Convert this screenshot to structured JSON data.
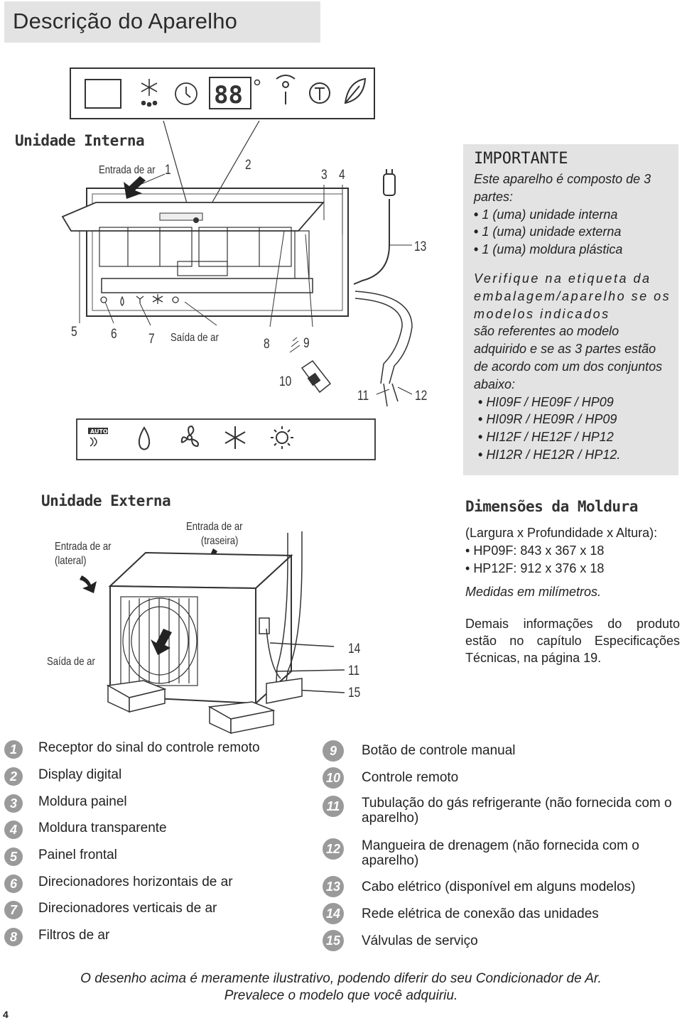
{
  "header": {
    "title": "Descrição do Aparelho"
  },
  "indoor": {
    "title": "Unidade Interna",
    "air_in_label": "Entrada de ar",
    "air_out_label": "Saída de ar",
    "numbers": [
      "1",
      "2",
      "3",
      "4",
      "5",
      "6",
      "7",
      "8",
      "9",
      "10",
      "11",
      "12",
      "13"
    ]
  },
  "remote_icons": {
    "auto_label": "AUTO"
  },
  "importante": {
    "title": "IMPORTANTE",
    "intro": "Este aparelho é composto de 3 partes:",
    "parts": [
      "1 (uma) unidade interna",
      "1 (uma) unidade externa",
      "1 (uma) moldura plástica"
    ],
    "check_a": "Verifique na etiqueta da embalagem/aparelho se os modelos indicados",
    "check_b": "são referentes ao modelo adquirido e se as 3 partes estão de acordo com um dos conjuntos abaixo:",
    "sets": [
      "HI09F / HE09F / HP09",
      "HI09R / HE09R / HP09",
      "HI12F / HE12F / HP12",
      "HI12R / HE12R / HP12."
    ]
  },
  "outdoor": {
    "title": "Unidade Externa",
    "in_lateral_1": "Entrada de ar",
    "in_lateral_2": "(lateral)",
    "in_rear_1": "Entrada de ar",
    "in_rear_2": "(traseira)",
    "air_out": "Saída de ar",
    "numbers": [
      "14",
      "11",
      "15"
    ]
  },
  "dimensions": {
    "title": "Dimensões da Moldura",
    "subtitle": "(Largura x Profundidade x Altura):",
    "items": [
      "HP09F: 843 x 367 x 18",
      "HP12F: 912 x 376 x 18"
    ],
    "unit_note": "Medidas em milímetros.",
    "more_info": "Demais informações do produto estão no capítulo Especificações Técnicas, na página 19."
  },
  "legend_left": [
    {
      "n": "1",
      "text": "Receptor do sinal do controle remoto"
    },
    {
      "n": "2",
      "text": "Display digital"
    },
    {
      "n": "3",
      "text": "Moldura painel"
    },
    {
      "n": "4",
      "text": "Moldura transparente"
    },
    {
      "n": "5",
      "text": "Painel frontal"
    },
    {
      "n": "6",
      "text": "Direcionadores horizontais de ar"
    },
    {
      "n": "7",
      "text": "Direcionadores verticais de ar"
    },
    {
      "n": "8",
      "text": "Filtros de ar"
    }
  ],
  "legend_right": [
    {
      "n": "9",
      "text": "Botão de controle manual"
    },
    {
      "n": "10",
      "text": "Controle remoto"
    },
    {
      "n": "11",
      "text": "Tubulação do gás refrigerante (não fornecida com o aparelho)"
    },
    {
      "n": "12",
      "text": "Mangueira de drenagem (não fornecida com o aparelho)"
    },
    {
      "n": "13",
      "text": "Cabo elétrico (disponível em alguns modelos)"
    },
    {
      "n": "14",
      "text": "Rede elétrica de conexão das unidades"
    },
    {
      "n": "15",
      "text": "Válvulas de serviço"
    }
  ],
  "footnote": {
    "line1": "O desenho acima é meramente ilustrativo, podendo diferir do seu Condicionador de Ar.",
    "line2": "Prevalece o modelo que você adquiriu."
  },
  "page_number": "4"
}
